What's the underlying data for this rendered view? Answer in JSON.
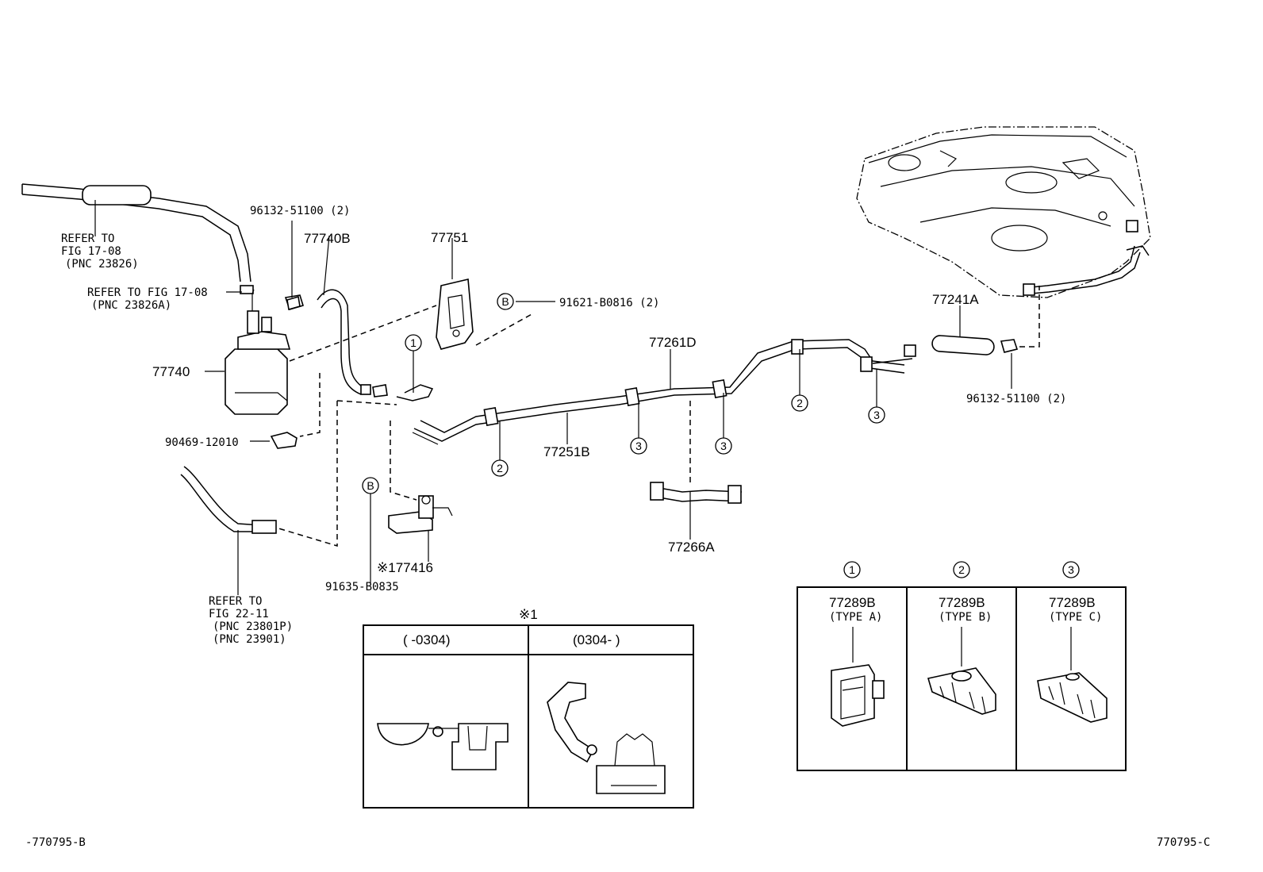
{
  "labels": {
    "refer_fig17_l1": "REFER TO",
    "refer_fig17_l2": "FIG 17-08",
    "refer_fig17_l3": "(PNC 23826)",
    "refer_fig17a_l1": "REFER TO FIG 17-08",
    "refer_fig17a_l2": "(PNC 23826A)",
    "p96132_top": "96132-51100 (2)",
    "p77740b": "77740B",
    "p77751": "77751",
    "p91621": "91621-B0816 (2)",
    "p77740": "77740",
    "p77261d": "77261D",
    "p77241a": "77241A",
    "p96132_right": "96132-51100 (2)",
    "p90469": "90469-12010",
    "p77251b": "77251B",
    "p77266a": "77266A",
    "p177416": "※177416",
    "p91635": "91635-B0835",
    "refer_fig22_l1": "REFER TO",
    "refer_fig22_l2": "FIG 22-11",
    "refer_fig22_l3": "(PNC 23801P)",
    "refer_fig22_l4": "(PNC 23901)",
    "footer_left": "-770795-B",
    "footer_right": "770795-C"
  },
  "callouts": {
    "one": "1",
    "two": "2",
    "three": "3",
    "b": "B"
  },
  "inset_note": {
    "title": "※1",
    "col1": "(      -0304)",
    "col2": "(0304-       )"
  },
  "clamp_table": [
    {
      "marker": "1",
      "part": "77289B",
      "type": "(TYPE A)"
    },
    {
      "marker": "2",
      "part": "77289B",
      "type": "(TYPE B)"
    },
    {
      "marker": "3",
      "part": "77289B",
      "type": "(TYPE C)"
    }
  ]
}
